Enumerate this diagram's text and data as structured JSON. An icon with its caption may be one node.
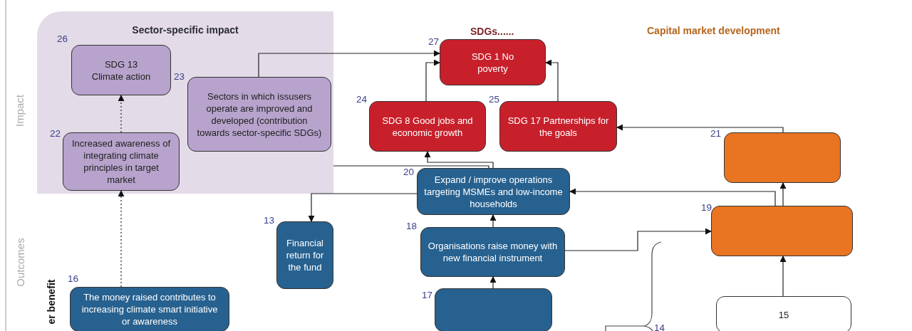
{
  "diagram": {
    "nodes": [
      {
        "text": [
          "Sector-specific impact"
        ]
      },
      {
        "text": [
          "SDG 13 Climate action"
        ],
        "in": 0,
        "beside": [
          "26"
        ]
      },
      {
        "text": [
          "Increased awareness of integrating climate principles in target market"
        ],
        "in": 0,
        "beside": [
          "22"
        ]
      },
      {
        "text": [
          "Sectors in which issusers operate are improved and developed (contribution towards sector-specific SDGs)"
        ],
        "in": 0,
        "beside": [
          "23"
        ]
      },
      {
        "text": [
          "SDG 1 No poverty"
        ],
        "beside": [
          "27"
        ]
      },
      {
        "text": [
          "SDG 8 Good jobs and economic growth"
        ],
        "beside": [
          "24"
        ]
      },
      {
        "text": [
          "SDG 17 Partnerships for the goals"
        ],
        "beside": [
          "25"
        ]
      },
      {
        "text": [
          "Expand / improve operations targeting MSMEs and low-income households"
        ],
        "beside": [
          "20"
        ]
      },
      {
        "text": [],
        "shape": "box",
        "beside": [
          "21"
        ]
      },
      {
        "text": [],
        "shape": "box",
        "beside": [
          "19"
        ]
      },
      {
        "text": [
          "Financial return for the fund"
        ],
        "beside": [
          "13"
        ]
      },
      {
        "text": [
          "Organisations raise money with new financial instrument"
        ],
        "beside": [
          "18"
        ]
      },
      {
        "text": [
          "The money raised contributes to increasing climate smart initiative or awareness"
        ],
        "beside": [
          "16"
        ]
      },
      {
        "text": [],
        "shape": "box",
        "beside": [
          "17"
        ]
      },
      {
        "text": [
          "15"
        ]
      }
    ],
    "edges": [
      {
        "from": 2,
        "to": 1,
        "arrow": "to",
        "style": "dashed"
      },
      {
        "from": 12,
        "to": 2,
        "arrow": "to",
        "style": "dashed"
      },
      {
        "from": 3,
        "to": 4,
        "arrow": "to"
      },
      {
        "from": 5,
        "to": 4,
        "arrow": "to"
      },
      {
        "from": 6,
        "to": 4,
        "arrow": "to"
      },
      {
        "from": 8,
        "to": 6,
        "arrow": "to"
      },
      {
        "from": 7,
        "to": 5,
        "arrow": "to"
      },
      {
        "from": 7,
        "to": 0,
        "arrow": "none"
      },
      {
        "from": 7,
        "to": 10,
        "arrow": "to"
      },
      {
        "from": 9,
        "to": 7,
        "arrow": "to"
      },
      {
        "from": 11,
        "to": 7,
        "arrow": "to"
      },
      {
        "from": 13,
        "to": 11,
        "arrow": "to"
      },
      {
        "from": 11,
        "to": 9,
        "arrow": "to"
      },
      {
        "from": 9,
        "to": 8,
        "arrow": "to"
      },
      {
        "from": 14,
        "to": 9,
        "arrow": "to"
      }
    ],
    "labels": [
      "SDGs......",
      "Capital market development",
      "Impact",
      "Outcomes",
      "er benefit",
      "14"
    ]
  }
}
